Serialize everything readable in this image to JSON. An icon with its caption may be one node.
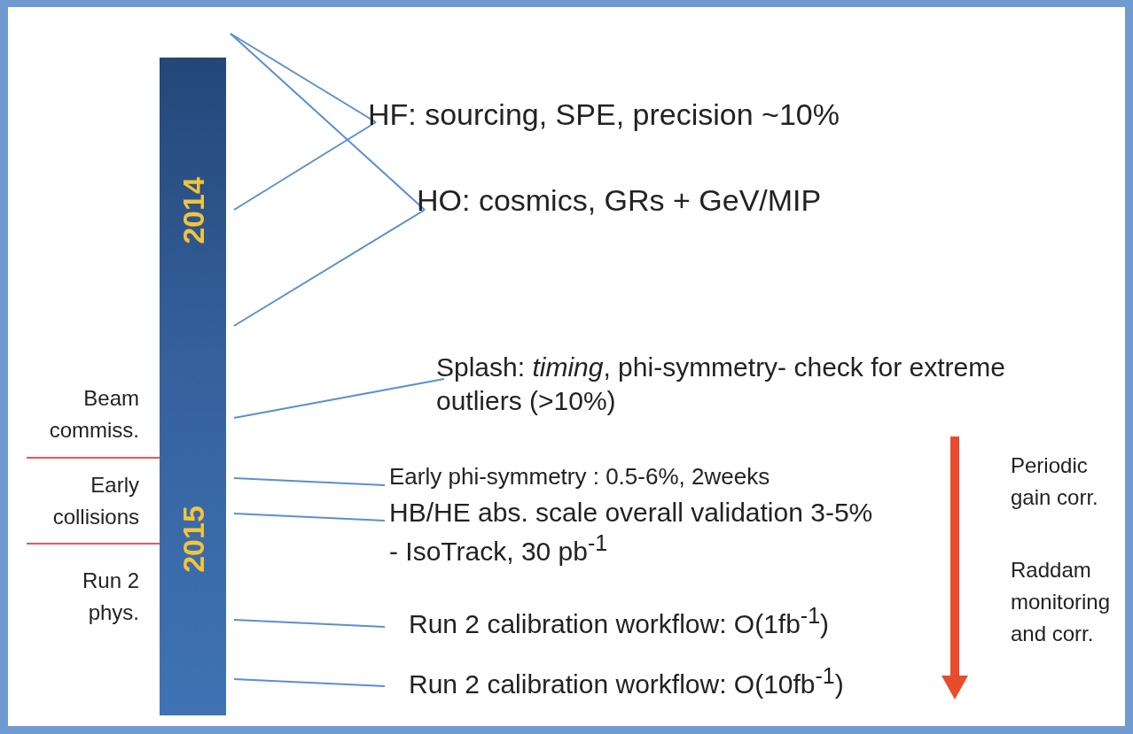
{
  "diagram": {
    "nodes": [
      {
        "text": [
          "2014"
        ]
      },
      {
        "text": [
          "2015"
        ]
      },
      {
        "text": [
          "HF: sourcing, SPE, precision ~10%"
        ]
      },
      {
        "text": [
          "HO: cosmics, GRs + GeV/MIP"
        ]
      },
      {
        "text": [
          "Splash: *timing*, phi-symmetry- check for extreme outliers (>10%)"
        ]
      },
      {
        "text": [
          "Early  phi-symmetry : 0.5-6%, 2weeks"
        ]
      },
      {
        "text": [
          "HB/HE abs. scale overall validation 3-5% - IsoTrack, 30 pb$^{-1}$"
        ]
      },
      {
        "text": [
          "Run 2 calibration workflow: O(1fb$^{-1}$)"
        ]
      },
      {
        "text": [
          "Run 2 calibration workflow: O(10fb$^{-1}$)"
        ]
      }
    ],
    "edges": [
      {
        "from": 2,
        "to": null,
        "arrow": "none"
      },
      {
        "from": 2,
        "to": 0,
        "arrow": "none"
      },
      {
        "from": 3,
        "to": null,
        "arrow": "none"
      },
      {
        "from": 3,
        "to": 0,
        "arrow": "none"
      },
      {
        "from": 4,
        "to": 1,
        "arrow": "none"
      },
      {
        "from": 5,
        "to": 1,
        "arrow": "none"
      },
      {
        "from": 6,
        "to": 1,
        "arrow": "none"
      },
      {
        "from": 7,
        "to": 1,
        "arrow": "none"
      },
      {
        "from": 8,
        "to": 1,
        "arrow": "none"
      }
    ],
    "labels": [
      "Beam commiss.",
      "Early collisions",
      "Run 2 phys.",
      "Periodic gain corr.",
      "Raddam monitoring and corr."
    ]
  }
}
